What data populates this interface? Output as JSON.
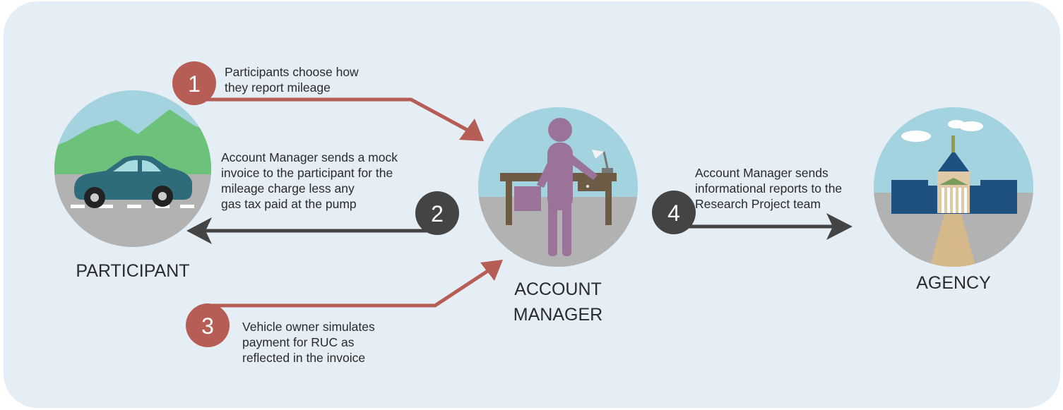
{
  "colors": {
    "background": "#e5edf5",
    "red_step": "#b65d55",
    "dark_step": "#444444",
    "sky": "#a3d3df",
    "ground": "#b2b2b2",
    "car": "#2e6b7b",
    "person": "#9b7398",
    "desk": "#6d5b45",
    "agency_building": "#1e5080",
    "path": "#d6b98a"
  },
  "actors": {
    "participant": {
      "label": "PARTICIPANT",
      "icon": "car-scene-icon"
    },
    "account_manager": {
      "label_lines": [
        "ACCOUNT",
        "MANAGER"
      ],
      "icon": "person-at-desk-icon"
    },
    "agency": {
      "label": "AGENCY",
      "icon": "government-building-icon"
    }
  },
  "steps": [
    {
      "number": "1",
      "text_lines": [
        "Participants choose how",
        "they report mileage"
      ]
    },
    {
      "number": "2",
      "text_lines": [
        "Account Manager sends a mock",
        "invoice to the participant for the",
        "mileage charge less any",
        "gas tax paid at the pump"
      ]
    },
    {
      "number": "3",
      "text_lines": [
        "Vehicle owner simulates",
        "payment for RUC as",
        "reflected in the invoice"
      ]
    },
    {
      "number": "4",
      "text_lines": [
        "Account Manager sends",
        "informational reports to the",
        "Research Project team"
      ]
    }
  ]
}
